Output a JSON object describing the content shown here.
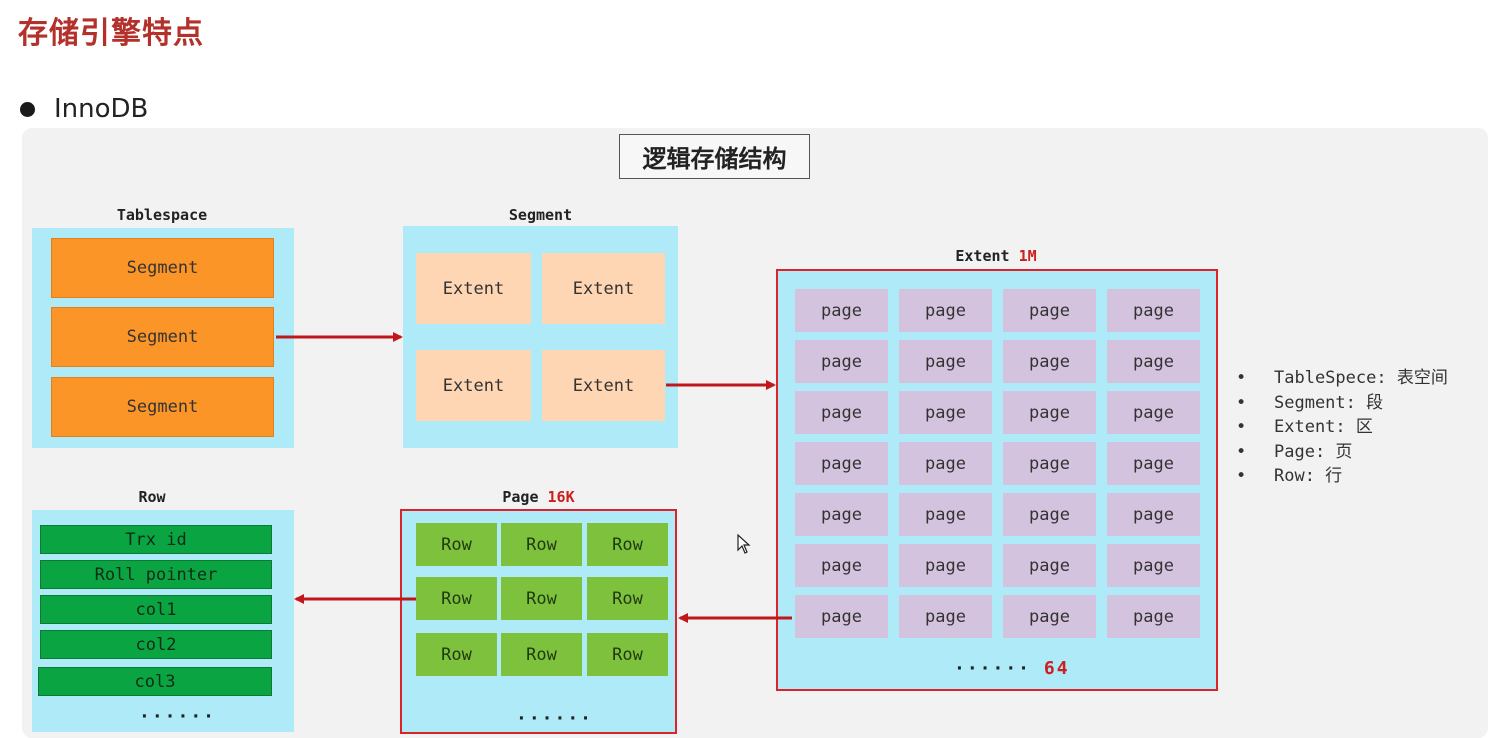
{
  "title": "存储引擎特点",
  "bullet": "InnoDB",
  "diagram_title": "逻辑存储结构",
  "tablespace": {
    "label": "Tablespace",
    "segments": [
      "Segment",
      "Segment",
      "Segment"
    ]
  },
  "segment": {
    "label": "Segment",
    "extents": [
      "Extent",
      "Extent",
      "Extent",
      "Extent"
    ]
  },
  "extent": {
    "label": "Extent",
    "size": "1M",
    "page_label": "page",
    "ellipsis": "······",
    "count": "64"
  },
  "page": {
    "label": "Page",
    "size": "16K",
    "row_label": "Row",
    "ellipsis": "······"
  },
  "row": {
    "label": "Row",
    "fields": [
      "Trx id",
      "Roll pointer",
      "col1",
      "col2",
      "col3"
    ],
    "ellipsis": "······"
  },
  "legend": [
    "TableSpece: 表空间",
    "Segment: 段",
    "Extent: 区",
    "Page: 页",
    "Row: 行"
  ],
  "colors": {
    "title_red": "#b4302a",
    "frame_red": "#d9252a",
    "arrow_red": "#c0161c",
    "container_blue": "#aeeaf8",
    "segment_orange": "#fb9527",
    "extent_peach": "#ffd6b3",
    "page_lavender": "#d4c3de",
    "row_green": "#7ec13c",
    "field_green": "#0aa443"
  }
}
